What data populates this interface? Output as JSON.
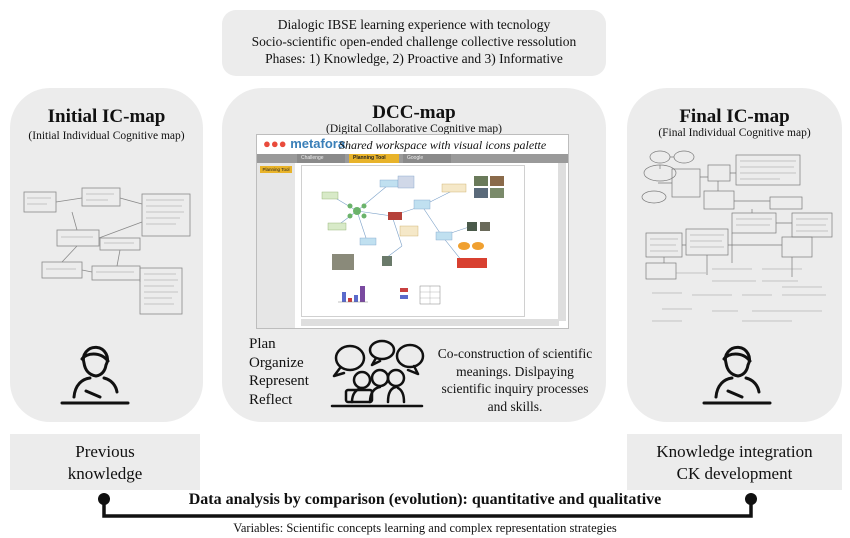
{
  "header": {
    "line1": "Dialogic IBSE learning experience with tecnology",
    "line2": "Socio-scientific open-ended challenge collective ressolution",
    "line3": "Phases: 1) Knowledge, 2) Proactive and 3) Informative"
  },
  "initial_map": {
    "title": "Initial IC-map",
    "subtitle": "(Initial Individual Cognitive map)"
  },
  "dcc_map": {
    "title": "DCC-map",
    "subtitle": "(Digital Collaborative Cognitive map)",
    "screenshot": {
      "logo": "metafora",
      "caption": "Shared workspace with visual icons palette",
      "tabs": [
        "Challenge",
        "Planning Tool",
        "Google"
      ],
      "sidebar_button": "Planning Tool"
    },
    "actions": [
      "Plan",
      "Organize",
      "Represent",
      "Reflect"
    ],
    "description": [
      "Co-construction of scientific",
      "meanings. Dislpaying",
      "scientific inquiry processes",
      "and skills."
    ]
  },
  "final_map": {
    "title": "Final IC-map",
    "subtitle": "(Final Individual Cognitive map)"
  },
  "bottom": {
    "left_line1": "Previous",
    "left_line2": "knowledge",
    "right_line1": "Knowledge integration",
    "right_line2": "CK development",
    "analysis": "Data analysis by comparison (evolution): quantitative and qualitative",
    "variables": "Variables: Scientific concepts learning and complex representation strategies"
  },
  "colors": {
    "panel_bg": "#ececec",
    "metafora_blue": "#3a7fb8",
    "tab_active": "#e8b32a"
  }
}
